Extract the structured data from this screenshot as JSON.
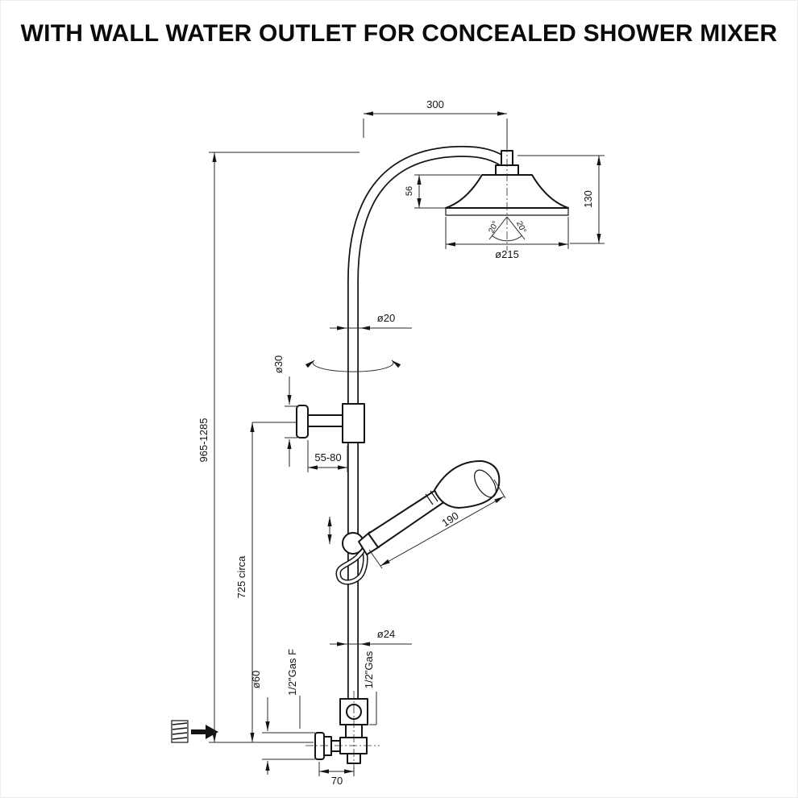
{
  "title": "WITH WALL WATER OUTLET FOR CONCEALED SHOWER MIXER",
  "colors": {
    "line": "#141414",
    "background": "#ffffff"
  },
  "drawing": {
    "dims": {
      "top_width": "300",
      "head_height": "130",
      "head_rim": "56",
      "angle_left": "20°",
      "angle_right": "20°",
      "head_diameter": "ø215",
      "riser_diameter": "ø20",
      "flange_small_diameter": "ø30",
      "bracket_reach": "55-80",
      "column_height": "965-1285",
      "handshower_length": "190",
      "outlet_height": "725 circa",
      "lower_riser_diameter": "ø24",
      "handshower_thread": "1/2\"Gas",
      "wall_thread": "1/2\"Gas F",
      "escutcheon_diameter": "ø60",
      "wall_offset": "70"
    }
  }
}
